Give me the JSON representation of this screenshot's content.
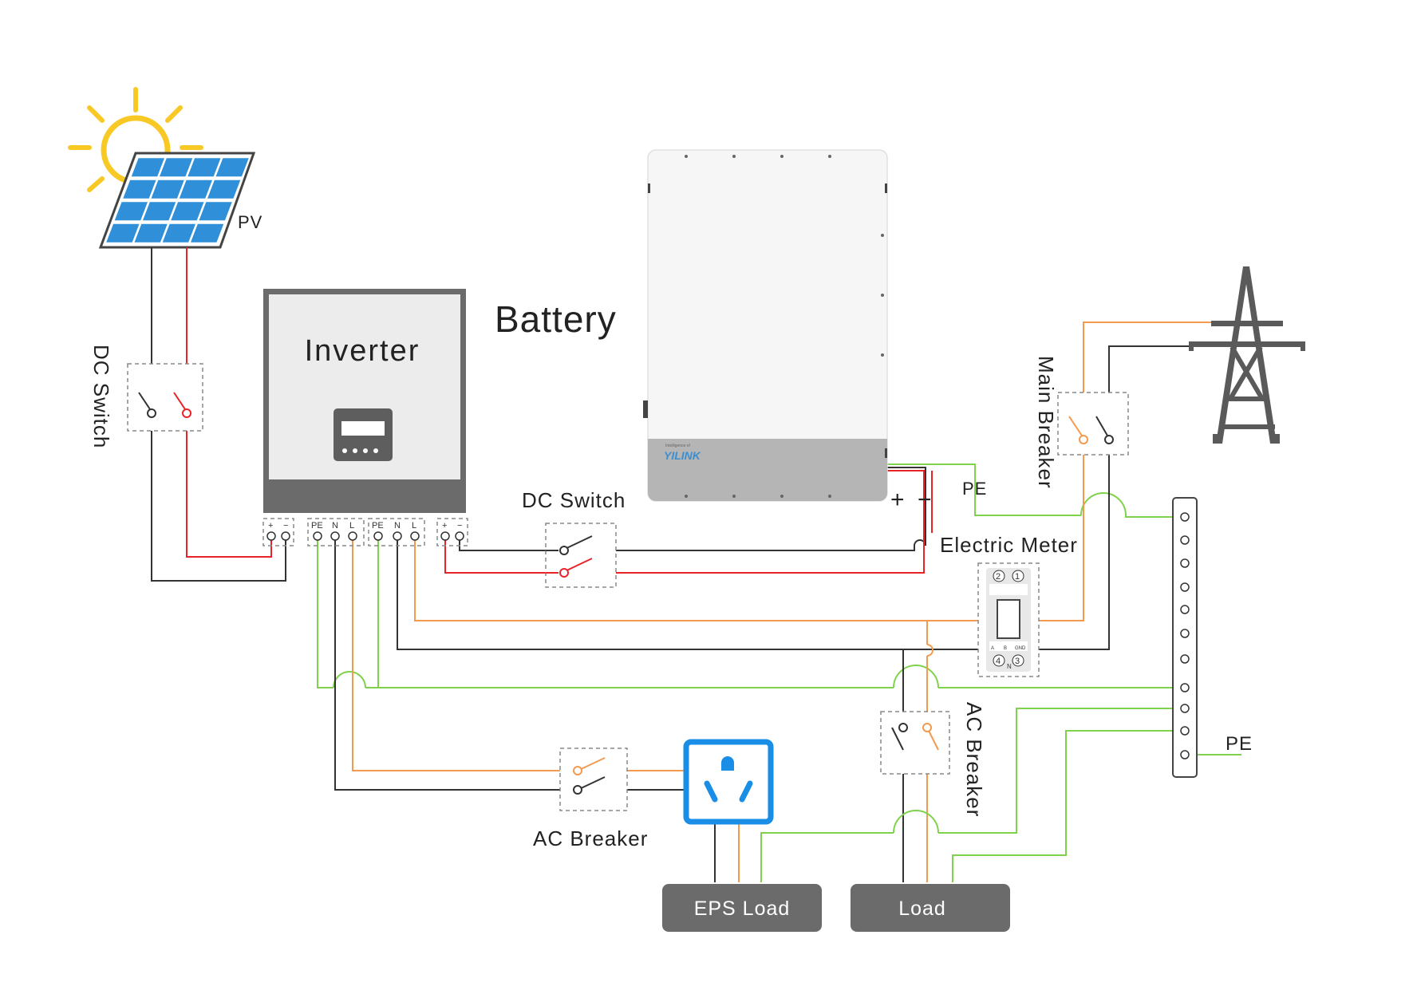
{
  "labels": {
    "pv": "PV",
    "dc_switch_left": "DC Switch",
    "inverter": "Inverter",
    "battery": "Battery",
    "dc_switch_mid": "DC Switch",
    "main_breaker": "Main Breaker",
    "pe_top": "PE",
    "plus": "+",
    "minus": "−",
    "electric_meter": "Electric Meter",
    "ac_breaker_right": "AC Breaker",
    "ac_breaker_mid": "AC Breaker",
    "pe_right": "PE",
    "eps_load": "EPS Load",
    "load": "Load",
    "brand": "YILINK",
    "brand_tag": "Intelligence of"
  },
  "terminals": {
    "pv_block": [
      "+",
      "−"
    ],
    "ac_block_1": [
      "PE",
      "N",
      "L"
    ],
    "ac_block_2": [
      "PE",
      "N",
      "L"
    ],
    "bat_block": [
      "+",
      "−"
    ]
  },
  "meter": {
    "top_row": [
      "2",
      "1"
    ],
    "bottom_row": [
      "4",
      "3"
    ],
    "bottom_label": "N",
    "pins": [
      "A",
      "B",
      "GND"
    ]
  },
  "colors": {
    "black_wire": "#333333",
    "red_wire": "#e8242a",
    "orange_wire": "#f39a4e",
    "green_wire": "#7fd24b",
    "sun": "#f8c924",
    "panel": "#2f8fd8",
    "socket": "#1a8ee6",
    "load_box": "#6b6b6b"
  }
}
